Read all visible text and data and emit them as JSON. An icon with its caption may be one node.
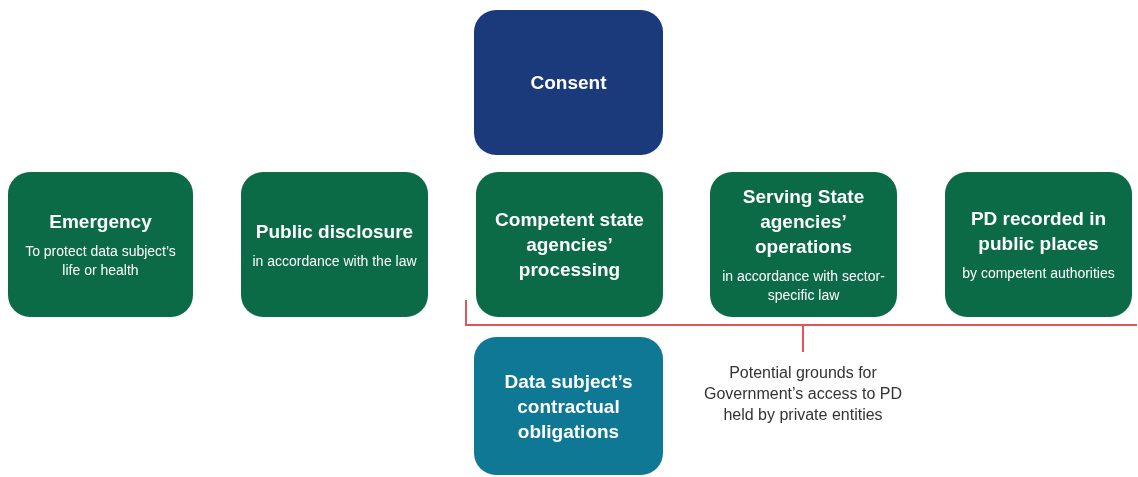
{
  "diagram": {
    "nodes": [
      {
        "text": [
          "Consent"
        ]
      },
      {
        "text": [
          "Emergency",
          "To protect data subject’s life or health"
        ]
      },
      {
        "text": [
          "Public disclosure",
          "in accordance with the law"
        ]
      },
      {
        "text": [
          "Competent state agencies’ processing"
        ]
      },
      {
        "text": [
          "Serving State agencies’ operations",
          "in accordance with sector-specific law"
        ]
      },
      {
        "text": [
          "PD recorded in public places",
          "by competent authorities"
        ]
      },
      {
        "text": [
          "Data subject’s contractual obligations"
        ]
      }
    ],
    "edges": [],
    "labels": [
      "Potential grounds for Government’s access to PD held by private entities"
    ]
  }
}
